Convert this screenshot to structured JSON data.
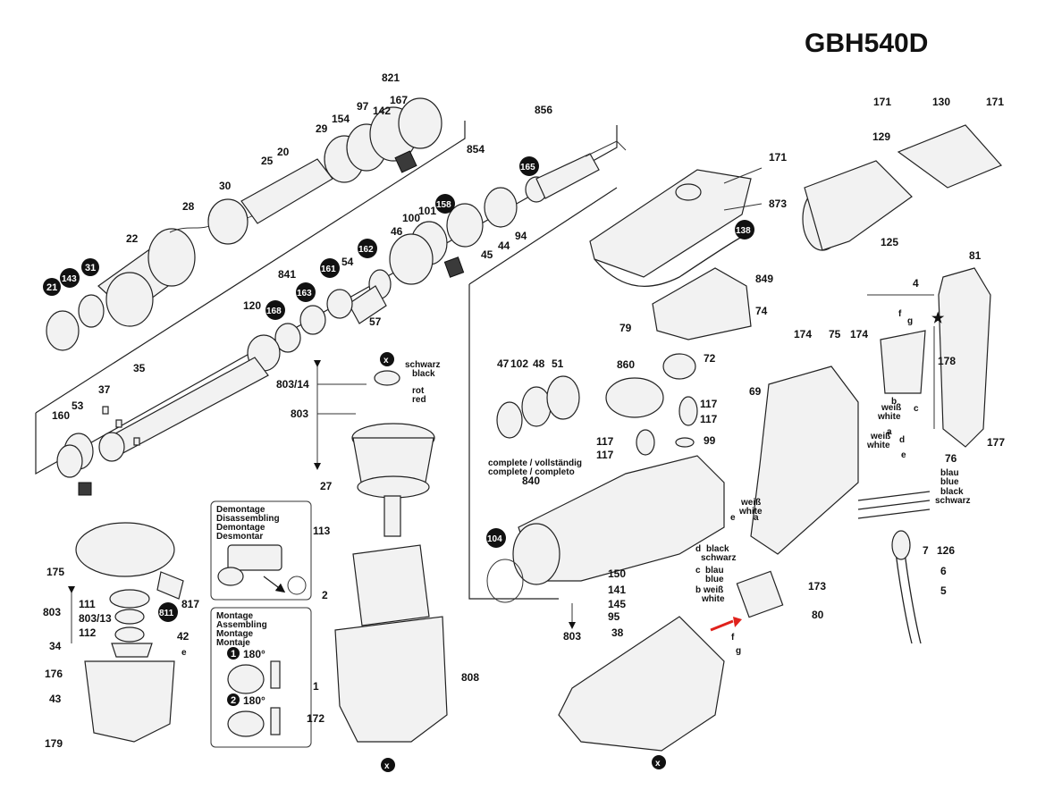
{
  "model_title": "GBH540D",
  "boxes": {
    "demontage_lines": [
      "Demontage",
      "Disassembling",
      "Demontage",
      "Desmontar"
    ],
    "montage_lines": [
      "Montage",
      "Assembling",
      "Montage",
      "Montaje"
    ],
    "step1": "1",
    "step2": "2",
    "angle": "180°"
  },
  "wire_notes": {
    "schwarz": "schwarz",
    "black": "black",
    "rot": "rot",
    "red": "red",
    "complete1": "complete / vollständig",
    "complete2": "complete / completo",
    "weiss1": "weiß",
    "white1": "white",
    "weiss2": "weiß",
    "white2": "white",
    "weiss3": "weiß",
    "white3": "white",
    "weiss4": "weiß",
    "white4": "white",
    "blau1": "blau",
    "blue1": "blue",
    "black2": "black",
    "schwarz2": "schwarz",
    "black3": "black",
    "schwarz3": "schwarz",
    "blau2": "blau",
    "blue2": "blue"
  },
  "letters": {
    "a1": "a",
    "b1": "b",
    "c1": "c",
    "d1": "d",
    "e1": "e",
    "f1": "f",
    "g1": "g",
    "a2": "a",
    "b2": "b",
    "c2": "c",
    "d2": "d",
    "e2": "e",
    "f2": "f",
    "g2": "g",
    "e3": "e",
    "x": "x"
  },
  "star": "★",
  "parts_plain": {
    "p821": "821",
    "p167": "167",
    "p142": "142",
    "p97": "97",
    "p154": "154",
    "p29": "29",
    "p25": "25",
    "p20": "20",
    "p30": "30",
    "p28": "28",
    "p22": "22",
    "p856": "856",
    "p854": "854",
    "p100": "100",
    "p101": "101",
    "p46": "46",
    "p44": "44",
    "p94": "94",
    "p45": "45",
    "p54": "54",
    "p57": "57",
    "p841": "841",
    "p120": "120",
    "p35": "35",
    "p37": "37",
    "p53": "53",
    "p160": "160",
    "p171a": "171",
    "p130": "130",
    "p171b": "171",
    "p129": "129",
    "p125": "125",
    "p171c": "171",
    "p873": "873",
    "p849": "849",
    "p74": "74",
    "p79": "79",
    "p81": "81",
    "p4": "4",
    "p178": "178",
    "p177": "177",
    "p174a": "174",
    "p75": "75",
    "p174b": "174",
    "p69": "69",
    "p47": "47",
    "p102": "102",
    "p48": "48",
    "p51": "51",
    "p860": "860",
    "p72": "72",
    "p117a": "117",
    "p117b": "117",
    "p117c": "117",
    "p117d": "117",
    "p99": "99",
    "p840": "840",
    "p803a": "803/14",
    "p803b": "803",
    "p27": "27",
    "p113": "113",
    "p175": "175",
    "p111": "111",
    "p80313": "803/13",
    "p112": "112",
    "p803c": "803",
    "p817": "817",
    "p42": "42",
    "p34": "34",
    "p176": "176",
    "p43": "43",
    "p179": "179",
    "p2": "2",
    "p1": "1",
    "p172": "172",
    "p808": "808",
    "p150": "150",
    "p141": "141",
    "p145": "145",
    "p95": "95",
    "p803d": "803",
    "p38": "38",
    "p173": "173",
    "p80": "80",
    "p76": "76",
    "p7": "7",
    "p126": "126",
    "p6": "6",
    "p5": "5"
  },
  "parts_circled": {
    "c21": "21",
    "c143": "143",
    "c31": "31",
    "c165": "165",
    "c158": "158",
    "c162": "162",
    "c161": "161",
    "c163": "163",
    "c168": "168",
    "c138": "138",
    "c104": "104",
    "c811": "811"
  },
  "indicator_color": "#e0211b"
}
